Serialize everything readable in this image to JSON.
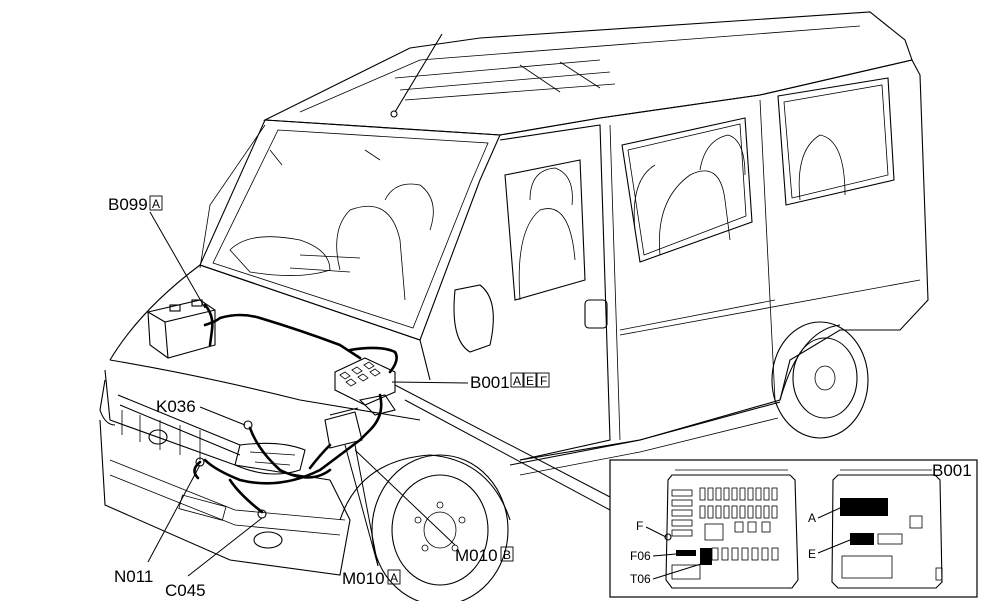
{
  "labels": {
    "b099": {
      "code": "B099",
      "tags": [
        "A"
      ]
    },
    "k036": {
      "code": "K036",
      "tags": []
    },
    "b001": {
      "code": "B001",
      "tags": [
        "A",
        "E",
        "F"
      ]
    },
    "n011": {
      "code": "N011",
      "tags": []
    },
    "c045": {
      "code": "C045",
      "tags": []
    },
    "m010a": {
      "code": "M010",
      "tags": [
        "A"
      ]
    },
    "m010b": {
      "code": "M010",
      "tags": [
        "B"
      ]
    }
  },
  "inset": {
    "title": "B001",
    "left_callouts": [
      "F",
      "F06",
      "T06"
    ],
    "right_callouts": [
      "A",
      "E"
    ]
  }
}
